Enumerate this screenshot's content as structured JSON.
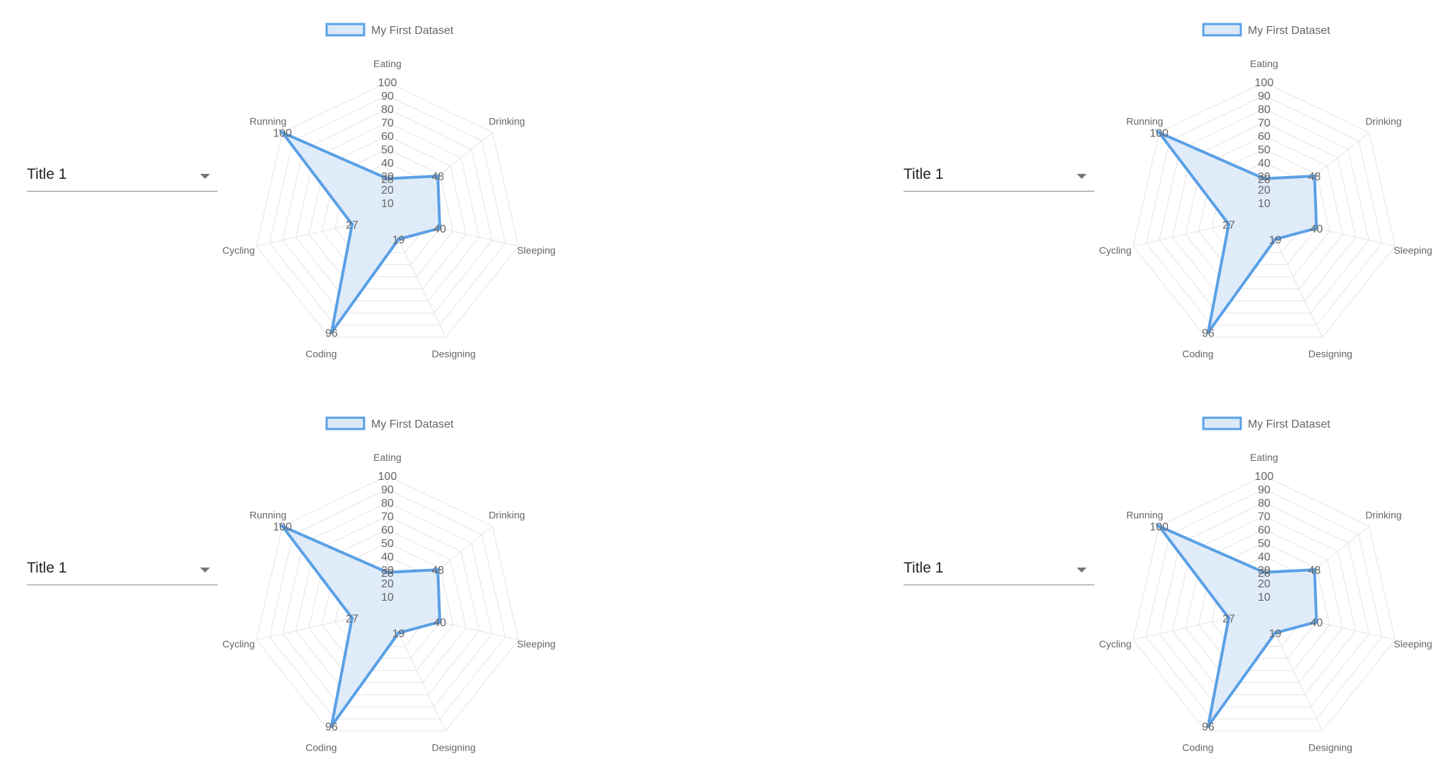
{
  "panels": [
    {
      "select": {
        "value": "Title 1"
      }
    },
    {
      "select": {
        "value": "Title 1"
      }
    },
    {
      "select": {
        "value": "Title 1"
      }
    },
    {
      "select": {
        "value": "Title 1"
      }
    }
  ],
  "chart_data": [
    {
      "type": "radar",
      "labels": [
        "Eating",
        "Drinking",
        "Sleeping",
        "Designing",
        "Coding",
        "Cycling",
        "Running"
      ],
      "series": [
        {
          "name": "My First Dataset",
          "values": [
            28,
            48,
            40,
            19,
            96,
            27,
            100
          ]
        }
      ],
      "ticks": [
        "10",
        "20",
        "30",
        "40",
        "50",
        "60",
        "70",
        "80",
        "90",
        "100"
      ],
      "rlim": [
        0,
        100
      ],
      "legend_position": "top",
      "colors": {
        "line": "#5aa0e6",
        "fill": "#dbe9f8",
        "grid": "#e4e4e4"
      }
    },
    {
      "type": "radar",
      "labels": [
        "Eating",
        "Drinking",
        "Sleeping",
        "Designing",
        "Coding",
        "Cycling",
        "Running"
      ],
      "series": [
        {
          "name": "My First Dataset",
          "values": [
            28,
            48,
            40,
            19,
            96,
            27,
            100
          ]
        }
      ],
      "ticks": [
        "10",
        "20",
        "30",
        "40",
        "50",
        "60",
        "70",
        "80",
        "90",
        "100"
      ],
      "rlim": [
        0,
        100
      ],
      "legend_position": "top",
      "colors": {
        "line": "#5aa0e6",
        "fill": "#dbe9f8",
        "grid": "#e4e4e4"
      }
    },
    {
      "type": "radar",
      "labels": [
        "Eating",
        "Drinking",
        "Sleeping",
        "Designing",
        "Coding",
        "Cycling",
        "Running"
      ],
      "series": [
        {
          "name": "My First Dataset",
          "values": [
            28,
            48,
            40,
            19,
            96,
            27,
            100
          ]
        }
      ],
      "ticks": [
        "10",
        "20",
        "30",
        "40",
        "50",
        "60",
        "70",
        "80",
        "90",
        "100"
      ],
      "rlim": [
        0,
        100
      ],
      "legend_position": "top",
      "colors": {
        "line": "#5aa0e6",
        "fill": "#dbe9f8",
        "grid": "#e4e4e4"
      }
    },
    {
      "type": "radar",
      "labels": [
        "Eating",
        "Drinking",
        "Sleeping",
        "Designing",
        "Coding",
        "Cycling",
        "Running"
      ],
      "series": [
        {
          "name": "My First Dataset",
          "values": [
            28,
            48,
            40,
            19,
            96,
            27,
            100
          ]
        }
      ],
      "ticks": [
        "10",
        "20",
        "30",
        "40",
        "50",
        "60",
        "70",
        "80",
        "90",
        "100"
      ],
      "rlim": [
        0,
        100
      ],
      "legend_position": "top",
      "colors": {
        "line": "#5aa0e6",
        "fill": "#dbe9f8",
        "grid": "#e4e4e4"
      }
    }
  ]
}
